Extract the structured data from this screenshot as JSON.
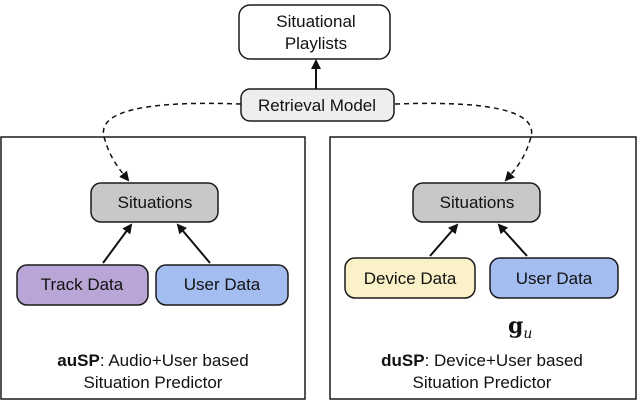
{
  "colors": {
    "white_node": "#ffffff",
    "gray_node": "#c8c8c8",
    "retrieval_node": "#eeeeee",
    "track_node": "#b9a6d6",
    "user_node": "#a4bdf0",
    "device_node": "#fbf1c8",
    "line": "#111111"
  },
  "top": {
    "playlists_line1": "Situational",
    "playlists_line2": "Playlists",
    "retrieval_model": "Retrieval Model"
  },
  "left_panel": {
    "situations": "Situations",
    "track_data": "Track Data",
    "user_data": "User Data",
    "caption_bold": "auSP",
    "caption_rest": ": Audio+User based",
    "caption_line2": "Situation Predictor"
  },
  "right_panel": {
    "situations": "Situations",
    "device_data": "Device Data",
    "user_data": "User Data",
    "math_symbol": "g",
    "math_subscript": "u",
    "caption_bold": "duSP",
    "caption_rest": ": Device+User based",
    "caption_line2": "Situation Predictor"
  }
}
